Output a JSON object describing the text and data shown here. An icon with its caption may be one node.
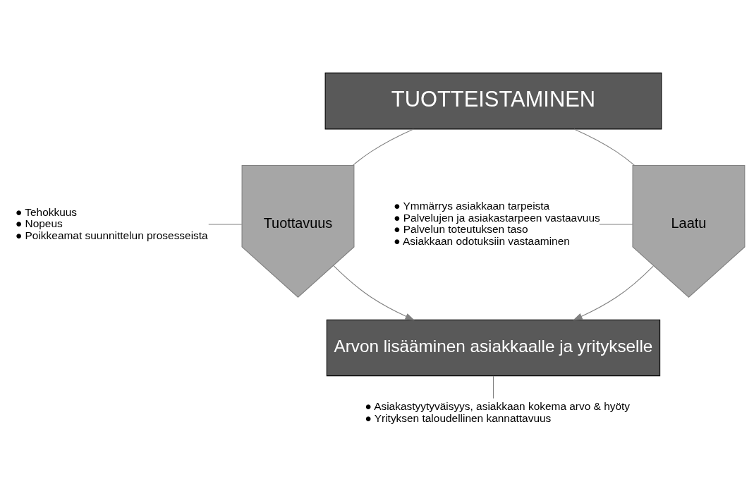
{
  "diagram": {
    "nodes": [
      {
        "text": [
          "TUOTTEISTAMINEN"
        ]
      },
      {
        "text": [
          "Laatu"
        ]
      },
      {
        "text": [
          "Tuottavuus"
        ]
      },
      {
        "text": [
          "Arvon lisääminen asiakkaalle ja yritykselle"
        ]
      },
      {
        "text": [
          "● Ymmärrys asiakkaan tarpeista",
          "● Palvelujen ja asiakastarpeen vastaavuus",
          "● Palvelun toteutuksen taso",
          "● Asiakkaan odotuksiin vastaaminen"
        ]
      },
      {
        "text": [
          "● Tehokkuus",
          "● Nopeus",
          "● Poikkeamat suunnittelun prosesseista"
        ]
      },
      {
        "text": [
          "● Asiakastyytyväisyys, asiakkaan kokema arvo & hyöty",
          "● Yrityksen taloudellinen kannattavuus"
        ]
      }
    ],
    "edges": [
      {
        "from": 0,
        "to": 1,
        "arrow": "none"
      },
      {
        "from": 1,
        "to": 3,
        "arrow": "to"
      },
      {
        "from": 0,
        "to": 2,
        "arrow": "none"
      },
      {
        "from": 2,
        "to": 3,
        "arrow": "to"
      },
      {
        "from": 4,
        "to": 1,
        "arrow": "none"
      },
      {
        "from": 5,
        "to": 2,
        "arrow": "none"
      },
      {
        "from": 3,
        "to": 6,
        "arrow": "none"
      }
    ]
  }
}
